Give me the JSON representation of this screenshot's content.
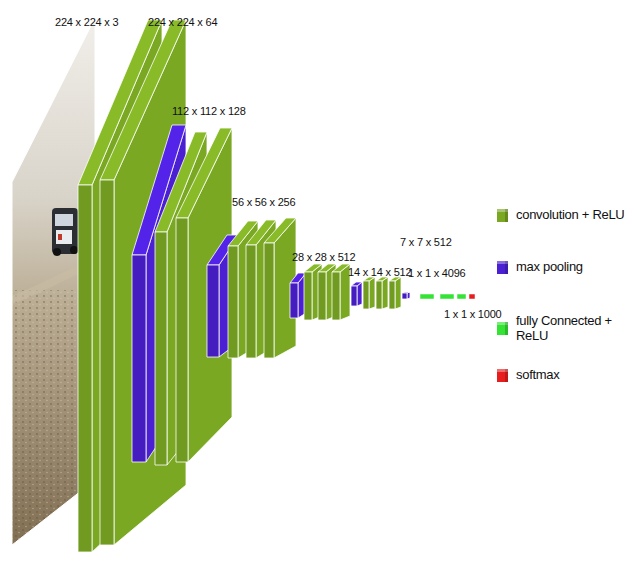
{
  "diagram": {
    "labels": [
      "224 x 224 x 3",
      "224 x 224 x 64",
      "112 x 112 x 128",
      "56 x 56 x 256",
      "28 x 28 x 512",
      "14 x 14 x 512",
      "7 x 7 x 512",
      "1 x 1 x 4096",
      "1 x 1 x 1000"
    ],
    "legend": [
      {
        "text": "convolution + ReLU",
        "color": "#7aa823"
      },
      {
        "text": "max pooling",
        "color": "#4b1fd2"
      },
      {
        "text": "fully Connected + ReLU",
        "color": "#35e335"
      },
      {
        "text": "softmax",
        "color": "#e81e1e"
      }
    ]
  }
}
